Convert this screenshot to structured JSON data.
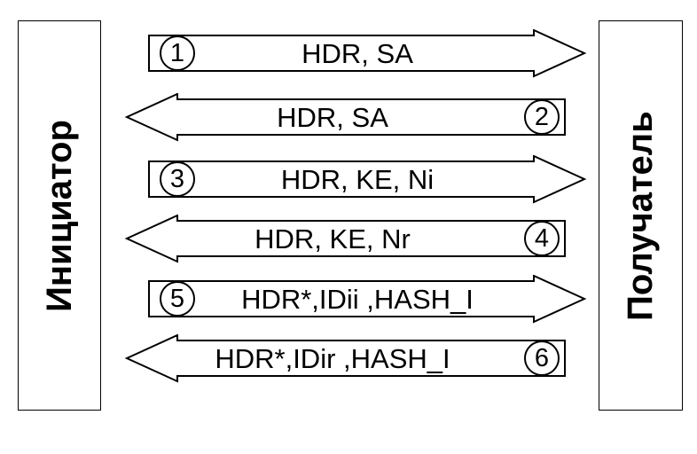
{
  "diagram": {
    "title_visible": false,
    "background_color": "#ffffff",
    "line_color": "#000000",
    "fill_color": "#ffffff"
  },
  "parties": {
    "left": {
      "label": "Инициатор",
      "name": "initiator"
    },
    "right": {
      "label": "Получатель",
      "name": "responder"
    }
  },
  "messages": [
    {
      "step": "1",
      "text": "HDR, SA",
      "direction": "right"
    },
    {
      "step": "2",
      "text": "HDR, SA",
      "direction": "left"
    },
    {
      "step": "3",
      "text": "HDR, KE, Ni",
      "direction": "right"
    },
    {
      "step": "4",
      "text": "HDR, KE, Nr",
      "direction": "left"
    },
    {
      "step": "5",
      "text": "HDR*,IDii ,HASH_I",
      "direction": "right"
    },
    {
      "step": "6",
      "text": "HDR*,IDir ,HASH_I",
      "direction": "left"
    }
  ]
}
